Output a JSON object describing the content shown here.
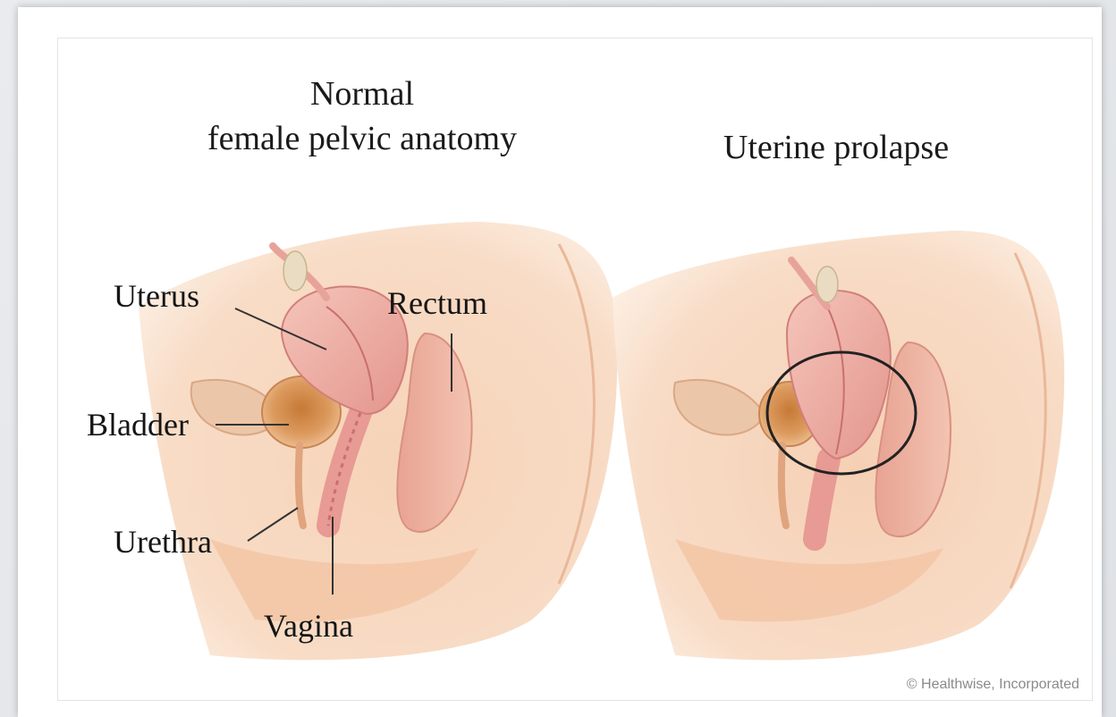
{
  "panels": {
    "normal": {
      "title_line1": "Normal",
      "title_line2": "female pelvic anatomy"
    },
    "prolapse": {
      "title": "Uterine prolapse"
    }
  },
  "labels": {
    "uterus": "Uterus",
    "rectum": "Rectum",
    "bladder": "Bladder",
    "urethra": "Urethra",
    "vagina": "Vagina"
  },
  "credit": "© Healthwise, Incorporated",
  "colors": {
    "skin_light": "#fbe7d6",
    "skin_mid": "#f2c9ab",
    "skin_dark": "#e2a888",
    "uterus": "#f0b3a8",
    "uterus_dark": "#d98c86",
    "bladder": "#d4894a",
    "highlight_circle": "#222222"
  }
}
